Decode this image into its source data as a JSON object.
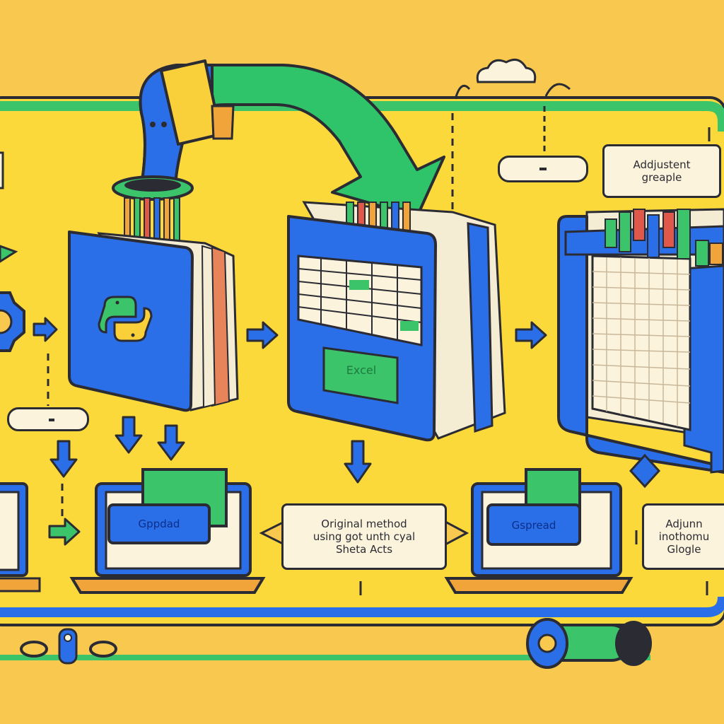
{
  "colors": {
    "background": "#f9c94f",
    "panel_fill": "#fbd93a",
    "panel_border_top": "#3cc46a",
    "panel_border_bottom": "#2a6ee8",
    "folder_blue": "#2a6ee8",
    "arrow_green": "#2fc46a",
    "outline": "#2b2b33",
    "note_fill": "#fbf3dc",
    "excel_green": "#3cc46a"
  },
  "icons": [
    "python-logo-icon",
    "gear-icon",
    "cloud-icon",
    "excel-badge-icon",
    "laptop-icon",
    "arrow-right-icon",
    "arrow-down-icon",
    "diamond-icon",
    "chain-link-icon"
  ],
  "folders": {
    "excel_label": "Excel"
  },
  "notes": {
    "top_right": [
      "Addjustent",
      "greaple"
    ],
    "center": [
      "Original method",
      "using got unth cyal",
      "Sheta Acts"
    ],
    "right_edge": [
      "Adjunn",
      "inothomu",
      "Glogle"
    ]
  },
  "laptops": {
    "left_label": "Gppdad",
    "right_label": "Gspread"
  }
}
